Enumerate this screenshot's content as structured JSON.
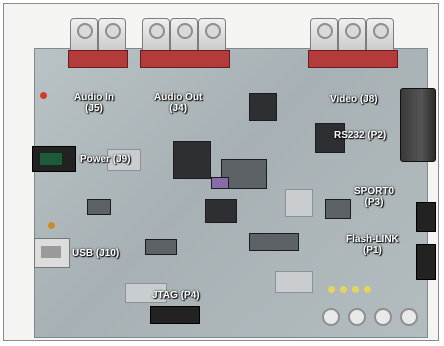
{
  "labels": {
    "audio_in": "Audio In",
    "audio_in_ref": "(J5)",
    "audio_out": "Audio Out",
    "audio_out_ref": "(J4)",
    "video": "Video (J8)",
    "rs232": "RS232 (P2)",
    "power": "Power (J9)",
    "sport0": "SPORT0",
    "sport0_ref": "(P3)",
    "flashlink": "Flash-LINK",
    "flashlink_ref": "(P1)",
    "usb": "USB (J10)",
    "jtag": "JTAG (P4)"
  },
  "colors": {
    "board": "#aeb7ba",
    "connector_red": "#b43b3b",
    "label_text": "#ffffff"
  }
}
